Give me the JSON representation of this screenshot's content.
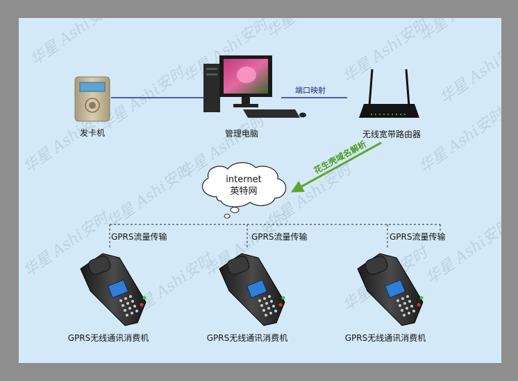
{
  "watermark": "华星 Ashi安时",
  "nodes": {
    "card_issuer": {
      "label": "发卡机"
    },
    "computer": {
      "label": "管理电脑"
    },
    "router": {
      "label": "无线宽带路由器"
    },
    "cloud": {
      "line1": "internet",
      "line2": "英特网"
    }
  },
  "links": {
    "port_mapping": "端口映射",
    "dns": "花生壳域名解析"
  },
  "terminals": [
    {
      "channel": "GPRS流量传输",
      "label": "GPRS无线通讯消费机"
    },
    {
      "channel": "GPRS流量传输",
      "label": "GPRS无线通讯消费机"
    },
    {
      "channel": "GPRS流量传输",
      "label": "GPRS无线通讯消费机"
    }
  ],
  "colors": {
    "panel": "#d4e9f7",
    "frame": "#8e8e8e",
    "link_blue": "#1e2a8a",
    "link_green": "#5ea630",
    "screen_blue": "#2f7fd6"
  }
}
